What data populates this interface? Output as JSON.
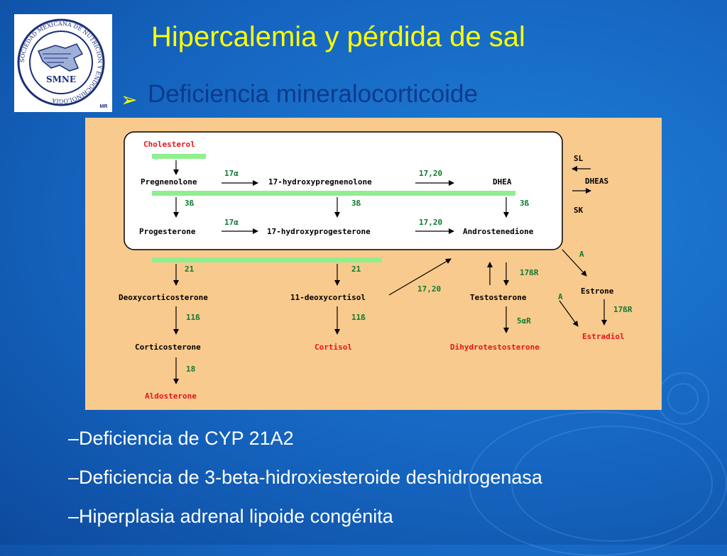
{
  "slide": {
    "title": "Hipercalemia y pérdida de sal",
    "subtitle": "Deficiencia mineralocorticoide",
    "bullet_glyph": "➢"
  },
  "logo": {
    "ring_text": "SOCIEDAD MEXICANA DE NUTRICIÓN Y ENDOCRINOLOGÍA",
    "abbr": "SMNE",
    "mark": "MR"
  },
  "diagram": {
    "nodes": {
      "cholesterol": "Cholesterol",
      "pregnenolone": "Pregnenolone",
      "hydroxypregnenolone": "17-hydroxypregnenolone",
      "dhea": "DHEA",
      "progesterone": "Progesterone",
      "hydroxyprogesterone": "17-hydroxyprogesterone",
      "androstenedione": "Androstenedione",
      "deoxycorticosterone": "Deoxycorticosterone",
      "deoxycortisol": "11-deoxycortisol",
      "testosterone": "Testosterone",
      "estrone": "Estrone",
      "corticosterone": "Corticosterone",
      "cortisol": "Cortisol",
      "dihydrotestosterone": "Dihydrotestosterone",
      "estradiol": "Estradiol",
      "aldosterone": "Aldosterone",
      "sl": "SL",
      "dheas": "DHEAS",
      "sk": "SK"
    },
    "enzymes": {
      "e17a_top": "17α",
      "e1720_top": "17,20",
      "e3b_left": "3ß",
      "e3b_mid": "3ß",
      "e3b_right": "3ß",
      "e17a_mid": "17α",
      "e1720_mid": "17,20",
      "e21_left": "21",
      "e21_mid": "21",
      "e1720_low": "17,20",
      "e17bR": "17ßR",
      "a_upper": "A",
      "a_lower": "A",
      "e11b_left": "11ß",
      "e11b_mid": "11ß",
      "e5aR": "5αR",
      "e17bR_right": "17ßR",
      "e18": "18"
    }
  },
  "bottom_list": [
    "–Deficiencia de  CYP 21A2",
    "–Deficiencia de 3-beta-hidroxiesteroide deshidrogenasa",
    "–Hiperplasia adrenal lipoide congénita"
  ]
}
